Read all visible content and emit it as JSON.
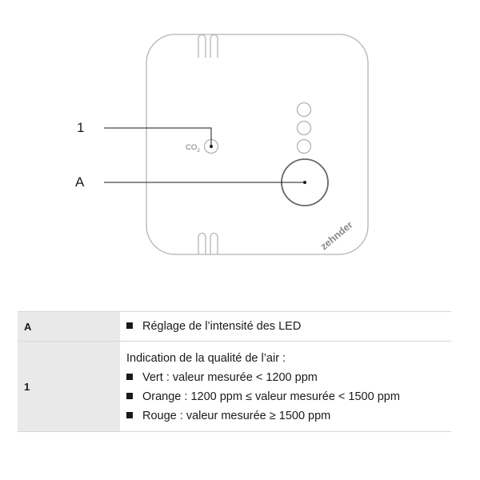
{
  "diagram": {
    "callouts": [
      {
        "id": "1",
        "label": "1"
      },
      {
        "id": "A",
        "label": "A"
      }
    ],
    "sensor_label": "CO",
    "sensor_subscript": "2",
    "brand": "zehnder",
    "led_count": 3
  },
  "table": {
    "rows": [
      {
        "key": "A",
        "items": [
          "Réglage de l’intensité des LED"
        ]
      },
      {
        "key": "1",
        "intro": "Indication de la qualité de l’air :",
        "items": [
          "Vert : valeur mesurée < 1200 ppm",
          "Orange : 1200 ppm ≤ valeur mesurée < 1500 ppm",
          "Rouge : valeur mesurée ≥ 1500 ppm"
        ]
      }
    ]
  },
  "colors": {
    "outline": "#b4b4b4",
    "key_background": "#e9e9e9",
    "text": "#1a1a1a"
  }
}
